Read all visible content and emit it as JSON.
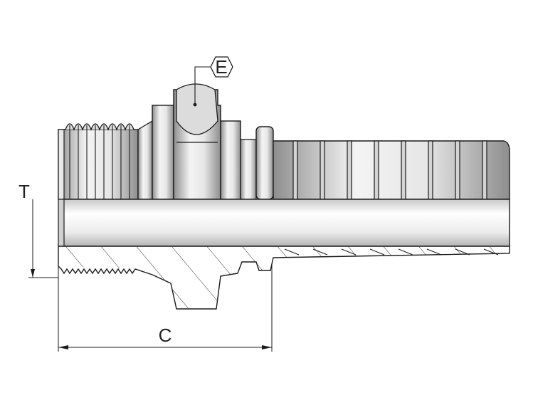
{
  "labels": {
    "hex": "E",
    "thread": "T",
    "length": "C"
  },
  "colors": {
    "outline": "#1a1a1a",
    "metal_light": "#f4f4f4",
    "metal_mid": "#c9c9c9",
    "metal_dark": "#8a8a8a",
    "background": "#ffffff"
  }
}
